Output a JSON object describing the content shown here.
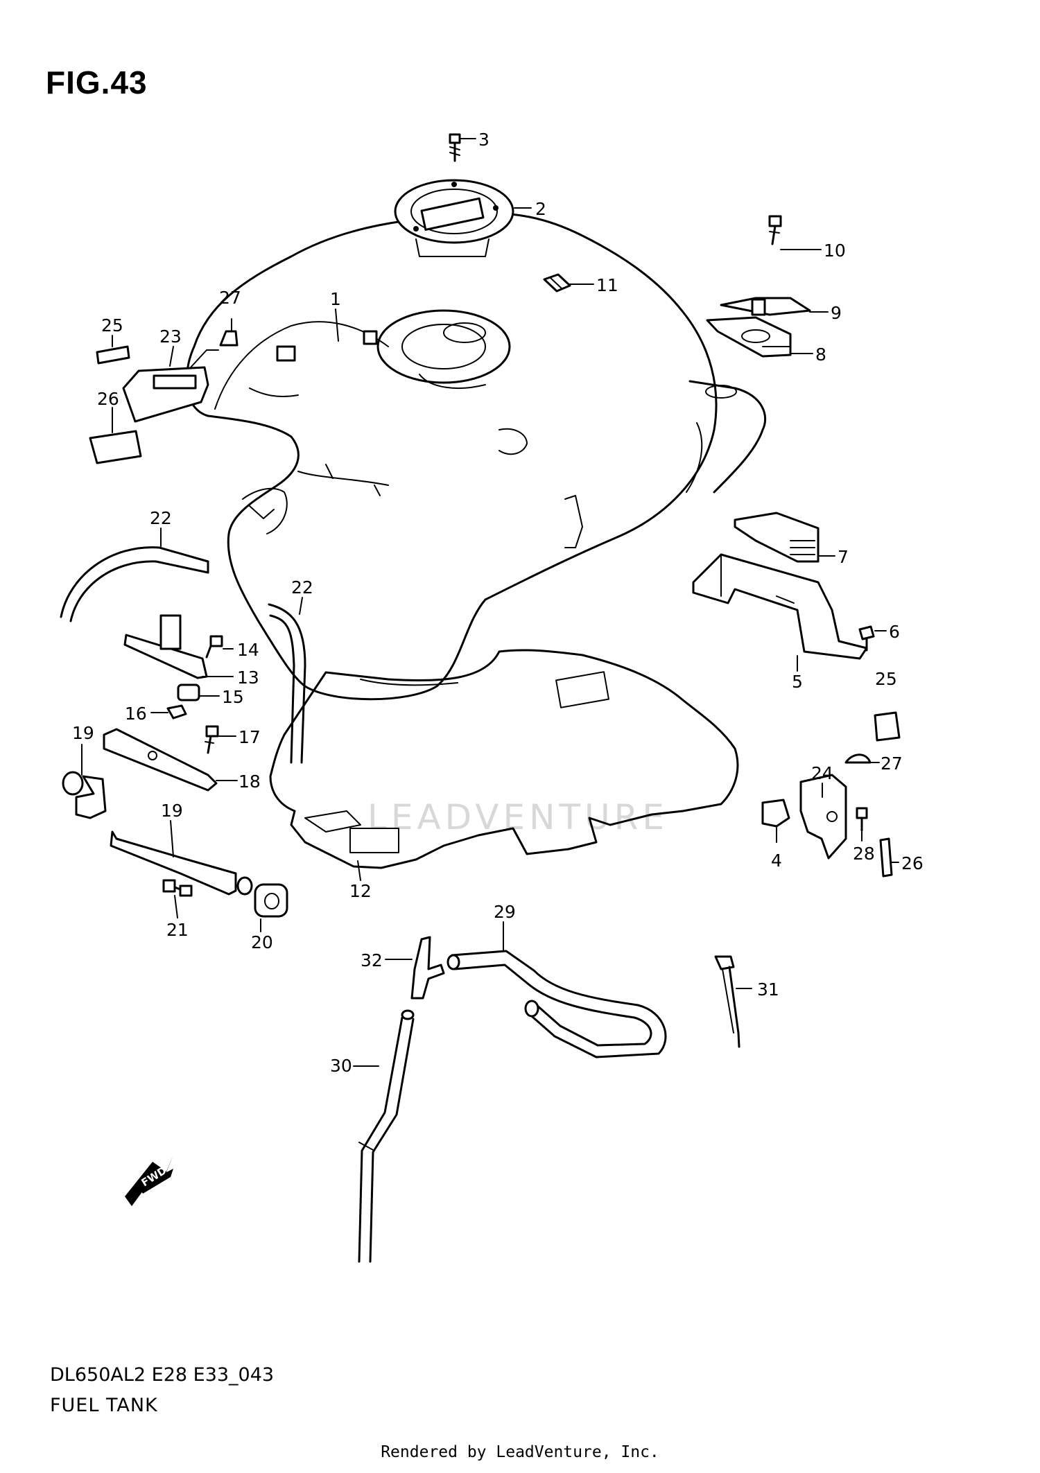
{
  "figure": {
    "title": "FIG.43",
    "model_code": "DL650AL2 E28 E33_043",
    "name": "FUEL TANK"
  },
  "watermark": "LEADVENTURE",
  "fwd_label": "FWD",
  "footer": "Rendered by LeadVenture, Inc.",
  "callouts": [
    "1",
    "2",
    "3",
    "4",
    "5",
    "6",
    "7",
    "8",
    "9",
    "10",
    "11",
    "12",
    "13",
    "14",
    "15",
    "16",
    "17",
    "18",
    "19",
    "19",
    "20",
    "21",
    "22",
    "22",
    "23",
    "24",
    "25",
    "25",
    "26",
    "26",
    "27",
    "27",
    "28",
    "29",
    "30",
    "31",
    "32"
  ]
}
